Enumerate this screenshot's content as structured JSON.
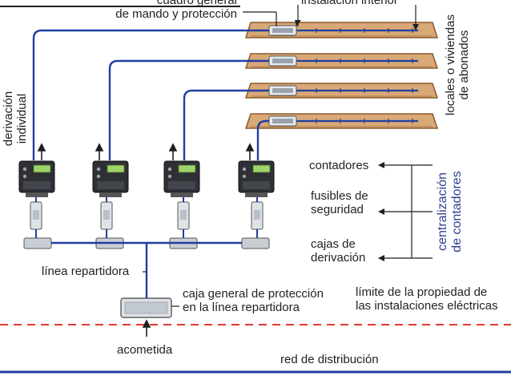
{
  "labels": {
    "cuadro_line1": "cuadro general",
    "cuadro_line2": "de mando y protección",
    "instalacion_interior": "instalación interior",
    "locales_line1": "locales o viviendas",
    "locales_line2": "de abonados",
    "derivacion_line1": "derivación",
    "derivacion_line2": "individual",
    "contadores": "contadores",
    "fusibles_line1": "fusibles de",
    "fusibles_line2": "seguridad",
    "cajas_line1": "cajas de",
    "cajas_line2": "derivación",
    "centralizacion_line1": "centralización",
    "centralizacion_line2": "de contadores",
    "linea_repartidora": "línea repartidora",
    "caja_general_line1": "caja general de protección",
    "caja_general_line2": "en la línea repartidora",
    "limite_line1": "límite de la propiedad de",
    "limite_line2": "las instalaciones eléctricas",
    "acometida": "acometida",
    "red_distribucion": "red de distribución"
  },
  "colors": {
    "wire": "#1f3fa0",
    "boundary": "#e03a2f",
    "plank_fill": "#d9a877",
    "plank_edge": "#8a5a2e",
    "meter_body": "#2f3036",
    "meter_screen": "#9fd46b",
    "fuse": "#dfe3e8",
    "box": "#c9ced4",
    "accent_text": "#2e3f8f"
  }
}
